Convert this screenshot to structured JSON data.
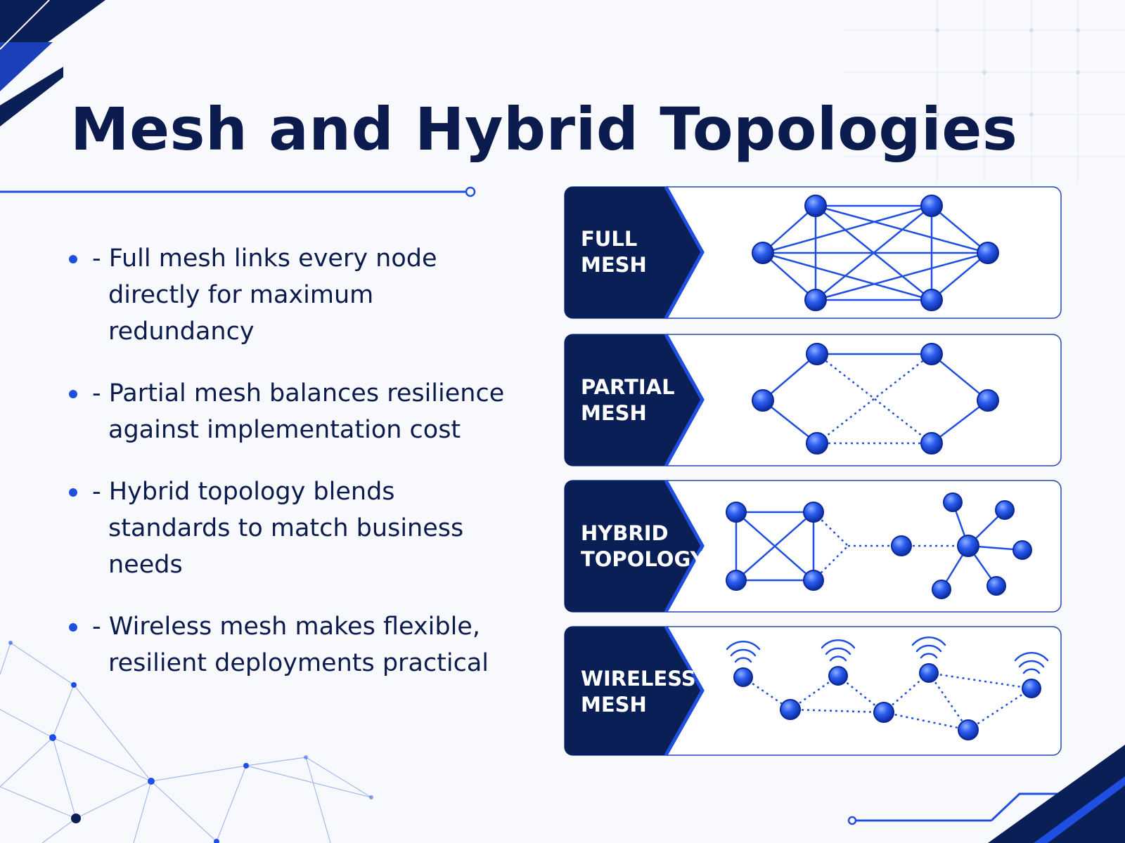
{
  "title": "Mesh and Hybrid Topologies",
  "bullets": [
    "- Full mesh links every node directly for maximum redundancy",
    "- Partial mesh balances resilience against implementation cost",
    "- Hybrid topology blends standards to match business needs",
    "- Wireless mesh makes flexible, resilient deployments practical"
  ],
  "panels": [
    {
      "label": "FULL\nMESH",
      "icon": "full-mesh-diagram"
    },
    {
      "label": "PARTIAL\nMESH",
      "icon": "partial-mesh-diagram"
    },
    {
      "label": "HYBRID\nTOPOLOGY",
      "icon": "hybrid-topology-diagram"
    },
    {
      "label": "WIRELESS\nMESH",
      "icon": "wireless-mesh-diagram"
    }
  ],
  "colors": {
    "navy": "#0b1f57",
    "accent_blue": "#1f4fe0",
    "node_blue": "#1d4fe6",
    "title": "#0c1b4d",
    "background": "#f8f9fc"
  }
}
